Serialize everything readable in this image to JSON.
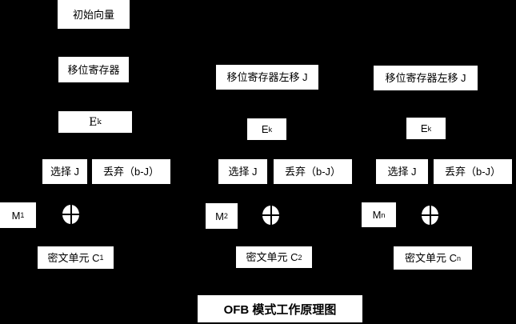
{
  "diagram": {
    "title": "OFB 模式工作原理图",
    "colors": {
      "background": "#000000",
      "box_bg": "#ffffff",
      "text": "#000000"
    },
    "columns": [
      {
        "initial_vector": "初始向量",
        "shift_register": "移位寄存器",
        "encrypt_base": "E",
        "encrypt_sub": "k",
        "select": "选择 J",
        "discard": "丢弃（b-J）",
        "message_base": "M",
        "message_sub": "1",
        "xor_symbol": "⊕",
        "cipher_base": "密文单元 C",
        "cipher_sub": "1"
      },
      {
        "shift_register": "移位寄存器左移 J",
        "encrypt_base": "E",
        "encrypt_sub": "k",
        "select": "选择 J",
        "discard": "丢弃（b-J）",
        "message_base": "M",
        "message_sub": "2",
        "xor_symbol": "⊕",
        "cipher_base": "密文单元 C",
        "cipher_sub": "2"
      },
      {
        "shift_register": "移位寄存器左移 J",
        "encrypt_base": "E",
        "encrypt_sub": "k",
        "select": "选择 J",
        "discard": "丢弃（b-J）",
        "message_base": "M",
        "message_sub": "n",
        "xor_symbol": "⊕",
        "cipher_base": "密文单元 C",
        "cipher_sub": "n"
      }
    ]
  }
}
